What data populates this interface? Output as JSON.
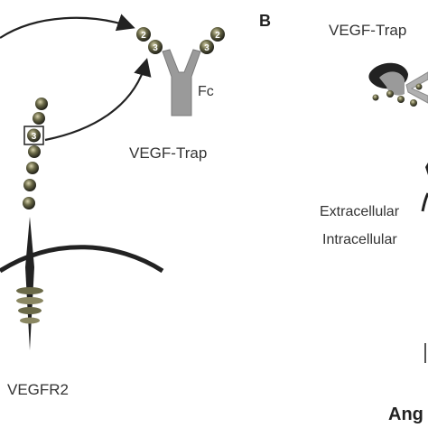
{
  "panel_a": {
    "domain_labels": [
      "2",
      "3"
    ],
    "boxed_domain_label": "3",
    "vegf_trap_label": "VEGF-Trap",
    "fc_label": "Fc",
    "receptor_label": "VEGFR2"
  },
  "panel_b": {
    "panel_letter": "B",
    "vegf_trap_label": "VEGF-Trap",
    "extracellular_label": "Extracellular",
    "intracellular_label": "Intracellular",
    "bottom_label": "Ang"
  },
  "colors": {
    "domain_sphere": "#2f2f22",
    "domain_highlight": "#d8d3ae",
    "fc_fragment": "#9a9a9a",
    "membrane": "#222222",
    "arrow": "#222222",
    "text": "#333333"
  }
}
